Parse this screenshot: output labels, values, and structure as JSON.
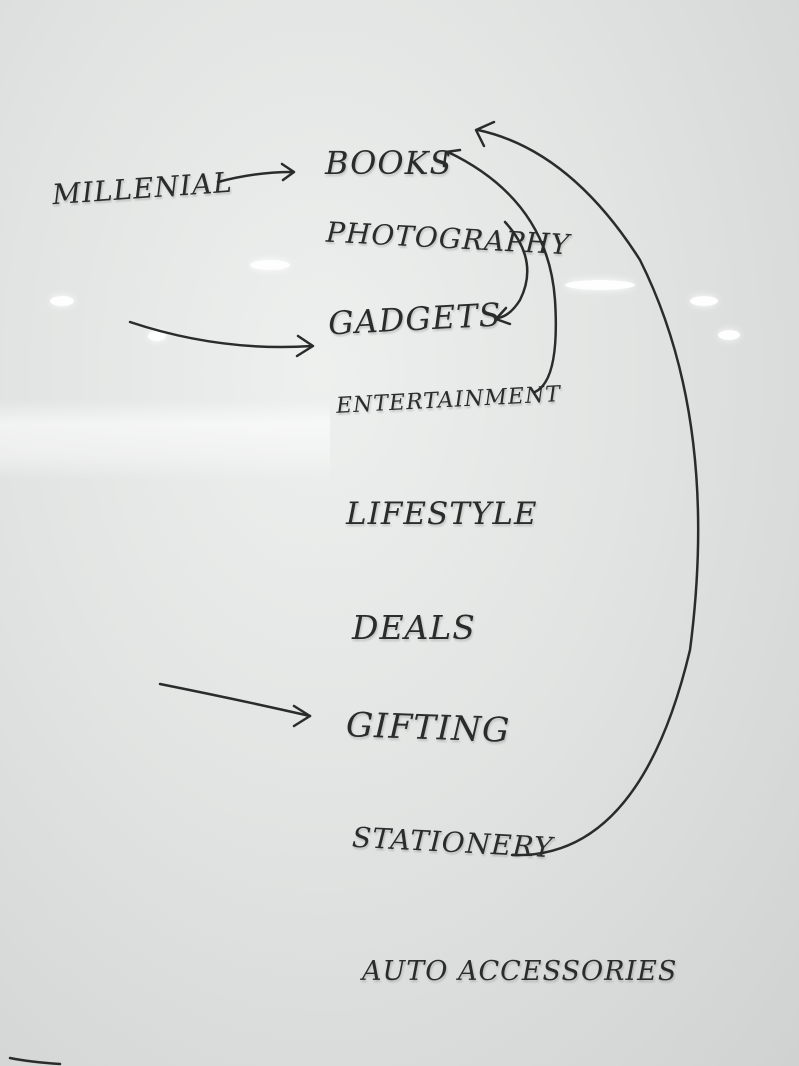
{
  "whiteboard": {
    "source_label": "MILLENIAL",
    "categories": [
      "BOOKS",
      "PHOTOGRAPHY",
      "GADGETS",
      "ENTERTAINMENT",
      "LIFESTYLE",
      "DEALS",
      "GIFTING",
      "STATIONERY",
      "AUTO ACCESSORIES"
    ],
    "ink_color": "#2b2b2b",
    "board_color": "#e4e6e5"
  }
}
